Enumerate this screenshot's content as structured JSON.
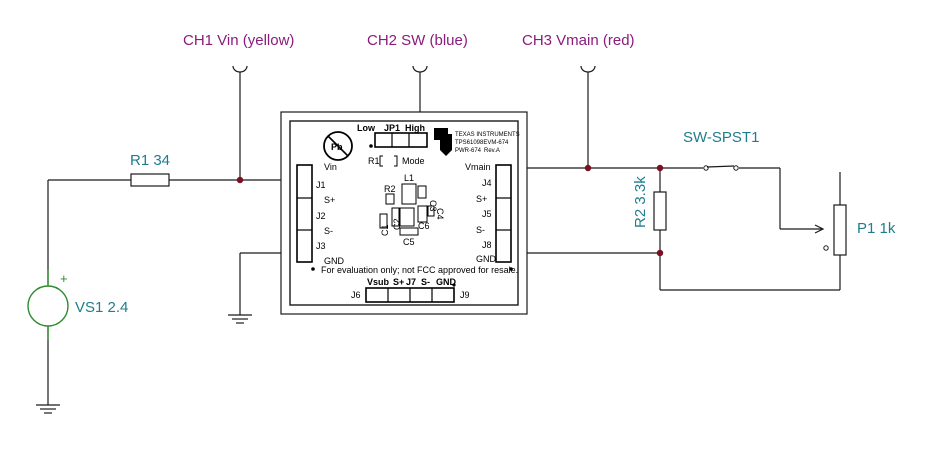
{
  "probes": {
    "ch1": "CH1 Vin (yellow)",
    "ch2": "CH2 SW (blue)",
    "ch3": "CH3 Vmain (red)"
  },
  "components": {
    "r1": "R1 34",
    "r2": "R2 3.3k",
    "vs1": "VS1 2.4",
    "vs1_plus": "+",
    "sw": "SW-SPST1",
    "p1": "P1 1k"
  },
  "board": {
    "jumper_low": "Low",
    "jumper_jp1": "JP1",
    "jumper_high": "High",
    "r1_label": "R1",
    "mode_label": "Mode",
    "pb_symbol": "Pb",
    "ti_line1": "TEXAS INSTRUMENTS",
    "ti_line2": "TPS61098EVM-674",
    "ti_line3": "PWR-674",
    "ti_rev": "Rev.A",
    "vin": "Vin",
    "vmain": "Vmain",
    "j1": "J1",
    "j2": "J2",
    "j3": "J3",
    "j4": "J4",
    "j5": "J5",
    "j8": "J8",
    "s_plus_left": "S+",
    "s_minus_left": "S-",
    "gnd_left": "GND",
    "s_plus_right": "S+",
    "s_minus_right": "S-",
    "gnd_right": "GND",
    "l1": "L1",
    "r2": "R2",
    "c1": "C1",
    "c2": "C2",
    "c3": "C3",
    "c4": "C4",
    "c5": "C5",
    "c6": "C6",
    "notice": "For evaluation only; not FCC approved for resale.",
    "j6": "J6",
    "j7": "J7",
    "j9": "J9",
    "vsub": "Vsub",
    "s_plus_bottom": "S+",
    "s_minus_bottom": "S-",
    "gnd_bottom": "GND"
  },
  "colors": {
    "wire": "#1a1a1a",
    "source": "#2e8b2e",
    "probe_label": "#8a1c7c",
    "component_label": "#1f7d8c"
  }
}
